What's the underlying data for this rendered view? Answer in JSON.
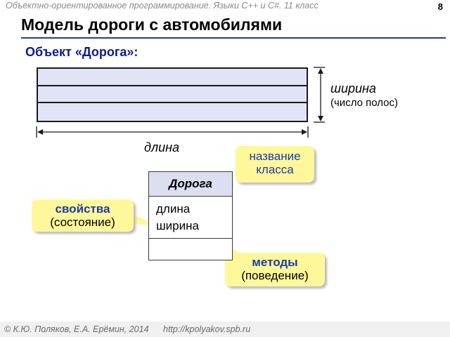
{
  "header": {
    "course": "Объектно-ориентированное программирование. Языки C++ и C#. 11 класс",
    "page_number": "8"
  },
  "title": "Модель дороги с автомобилями",
  "subtitle": "Объект «Дорога»:",
  "road": {
    "lanes": 3,
    "width_label": "ширина",
    "width_note": "(число полос)",
    "length_label": "длина"
  },
  "class_diagram": {
    "class_name": "Дорога",
    "attributes": [
      "длина",
      "ширина"
    ],
    "methods": []
  },
  "callouts": {
    "properties": {
      "head": "свойства",
      "sub": "(состояние)"
    },
    "class_name": {
      "line1": "название",
      "line2": "класса"
    },
    "methods": {
      "head": "методы",
      "sub": "(поведение)"
    }
  },
  "footer": {
    "authors": "© К.Ю. Поляков, Е.А. Ерёмин, 2014",
    "url": "http://kpolyakov.spb.ru"
  },
  "colors": {
    "title_rule": "#1f3f8f",
    "subtitle": "#0d1a8c",
    "road_fill": "#e1e3f7",
    "callout_fill": "#fff89a",
    "callout_head": "#1a3ba6",
    "uml_header_fill": "#dcdff0"
  }
}
